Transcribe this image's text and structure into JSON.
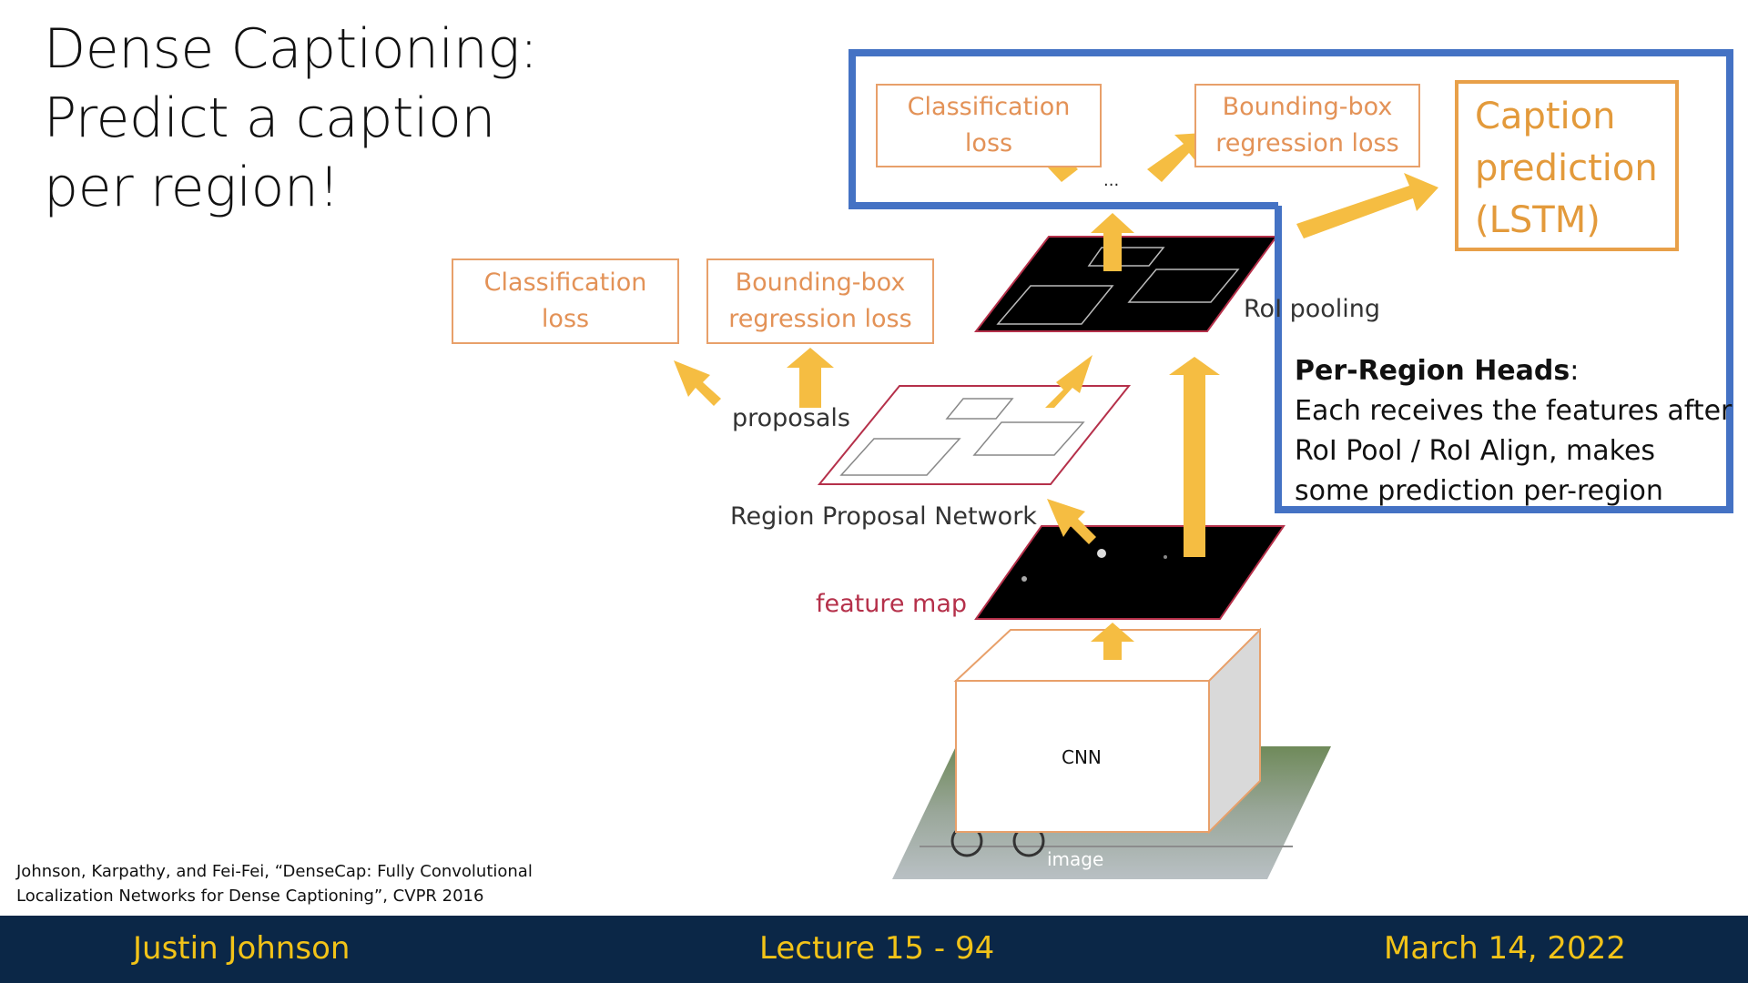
{
  "slide": {
    "title_lines": [
      "Dense Captioning:",
      "Predict a caption",
      "per region!"
    ]
  },
  "diagram": {
    "head_classification_loss": [
      "Classification",
      "loss"
    ],
    "head_bbox_regression_loss": [
      "Bounding-box",
      "regression loss"
    ],
    "ellipsis": "...",
    "caption_prediction": [
      "Caption",
      "prediction",
      "(LSTM)"
    ],
    "rpn_classification_loss": [
      "Classification",
      "loss"
    ],
    "rpn_bbox_regression_loss": [
      "Bounding-box",
      "regression loss"
    ],
    "roi_pooling_label": "RoI pooling",
    "proposals_label": "proposals",
    "rpn_label": "Region Proposal Network",
    "feature_map_label": "feature map",
    "cnn_label": "CNN",
    "image_label": "image",
    "colors": {
      "highlight_box": "#4472c4",
      "arrow": "#f5bd42",
      "loss_box": "#e8a06a",
      "feature_map_border": "#b5304a"
    }
  },
  "per_region_heads": {
    "heading": "Per-Region Heads",
    "heading_suffix": ":",
    "lines": [
      "Each receives the features after",
      "RoI Pool / RoI Align, makes",
      "some prediction per-region"
    ]
  },
  "citation": {
    "lines": [
      "Johnson, Karpathy, and Fei-Fei, “DenseCap: Fully Convolutional",
      "Localization Networks for Dense Captioning”, CVPR 2016"
    ]
  },
  "footer": {
    "author": "Justin Johnson",
    "lecture": "Lecture 15 -  94",
    "date": "March 14, 2022"
  }
}
